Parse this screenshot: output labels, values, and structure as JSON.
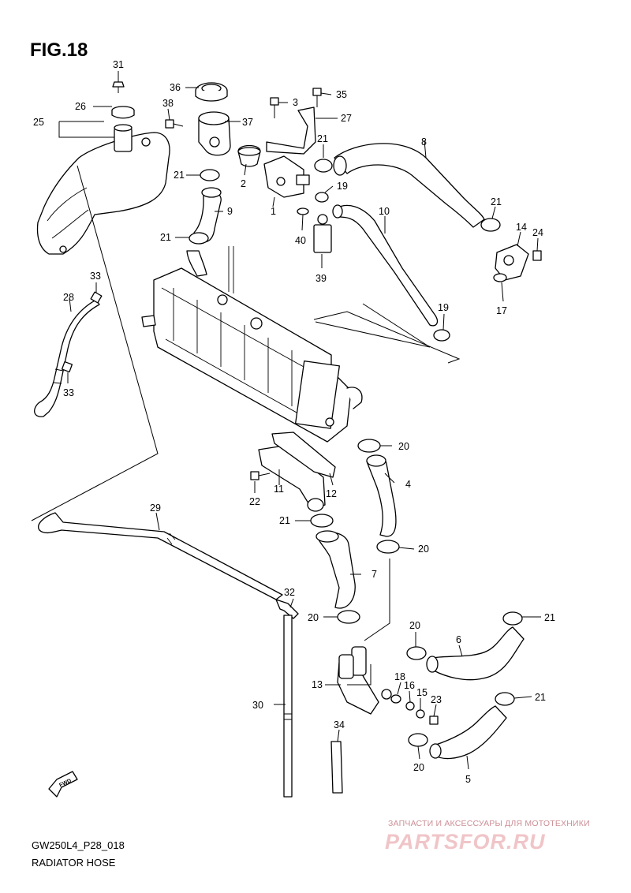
{
  "figure": {
    "title": "FIG.18",
    "code": "GW250L4_P28_018",
    "name": "RADIATOR HOSE"
  },
  "callouts": {
    "c1": "1",
    "c2": "2",
    "c3": "3",
    "c4": "4",
    "c5": "5",
    "c6": "6",
    "c7": "7",
    "c8": "8",
    "c9": "9",
    "c10": "10",
    "c11": "11",
    "c12": "12",
    "c13": "13",
    "c14": "14",
    "c15": "15",
    "c16": "16",
    "c17": "17",
    "c18": "18",
    "c19": "19",
    "c19b": "19",
    "c20a": "20",
    "c20b": "20",
    "c20c": "20",
    "c20d": "20",
    "c20e": "20",
    "c21a": "21",
    "c21b": "21",
    "c21c": "21",
    "c21d": "21",
    "c21e": "21",
    "c21f": "21",
    "c21g": "21",
    "c22": "22",
    "c23": "23",
    "c24": "24",
    "c25": "25",
    "c26": "26",
    "c27": "27",
    "c28": "28",
    "c29": "29",
    "c30": "30",
    "c31": "31",
    "c32": "32",
    "c33a": "33",
    "c33b": "33",
    "c34": "34",
    "c35": "35",
    "c36": "36",
    "c37": "37",
    "c38": "38",
    "c39": "39",
    "c40": "40"
  },
  "fwd_label": "FWD",
  "watermark": {
    "caption": "ЗАПЧАСТИ И АКСЕССУАРЫ ДЛЯ МОТОТЕХНИКИ",
    "logo": "PARTSFOR.RU"
  },
  "colors": {
    "line": "#000000",
    "background": "#ffffff",
    "watermark": "#e8a0a6"
  }
}
